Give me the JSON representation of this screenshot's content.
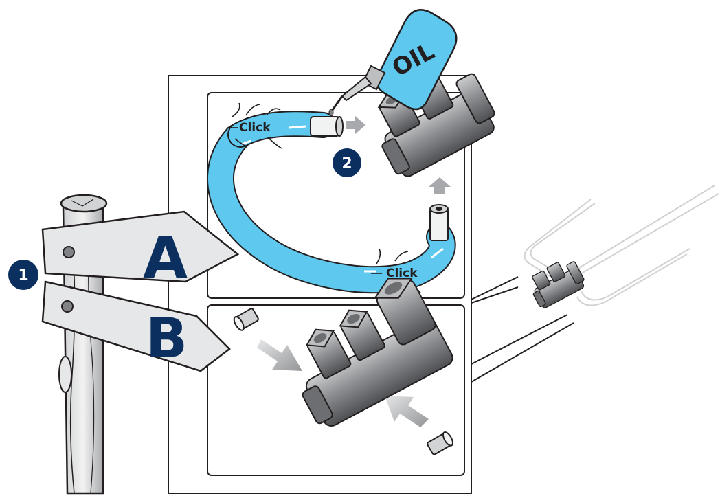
{
  "signpost": {
    "sign_a_label": "A",
    "sign_b_label": "B"
  },
  "steps": {
    "step_1_label": "1",
    "step_2_label": "2"
  },
  "panel_a": {
    "oil_bottle_label": "OIL",
    "click_label_top": "Click",
    "click_label_bottom": "Click"
  },
  "colors": {
    "tube_blue": "#5fc8ee",
    "badge_navy": "#0b2f5f",
    "fitting_gray": "#8a8c8e",
    "arrow_gray": "#a7a9ac",
    "outline": "#231f20"
  },
  "icons": {
    "oil_bottle": "oil-bottle-icon",
    "arrow": "push-arrow-icon",
    "fitting": "valve-fitting-icon",
    "plug": "end-plug-icon"
  }
}
